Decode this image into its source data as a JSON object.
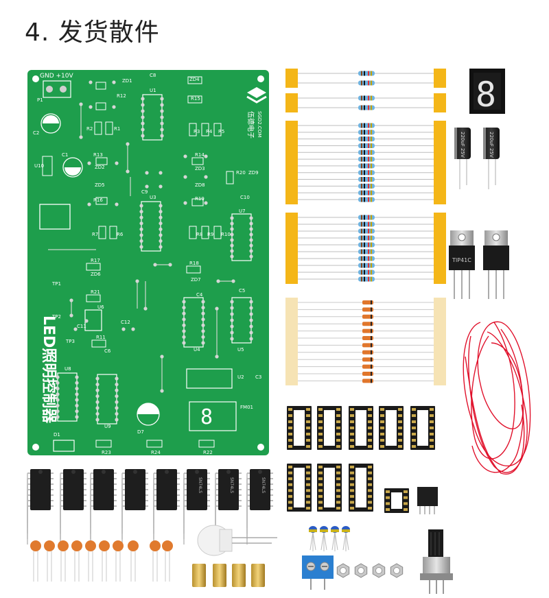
{
  "page": {
    "title": "4. 发货散件"
  },
  "pcb": {
    "header_label": "GND +10V",
    "brand_cn": "伍德电子",
    "brand_en": "SGD2.COM",
    "product_name": "LED照明控制器",
    "display_label": "FM01",
    "refs": [
      "P1",
      "C2",
      "U10",
      "C1",
      "U1",
      "C8",
      "ZD4",
      "R15",
      "R12",
      "ZD1",
      "R2",
      "R1",
      "R3",
      "R4",
      "R5",
      "R13",
      "ZD2",
      "ZD5",
      "R16",
      "R14",
      "ZD3",
      "ZD8",
      "R19",
      "R20",
      "ZD9",
      "C10",
      "C9",
      "U3",
      "R7",
      "R6",
      "R8",
      "R9",
      "R10",
      "U7",
      "R17",
      "ZD6",
      "R18",
      "ZD7",
      "R21",
      "U6",
      "C4",
      "C5",
      "TP1",
      "TP2",
      "TP3",
      "C11",
      "C12",
      "R11",
      "C6",
      "U8",
      "U9",
      "U4",
      "U5",
      "U2",
      "C3",
      "D1",
      "D7",
      "R23",
      "R24",
      "R22"
    ]
  },
  "components": {
    "display_digit": "8",
    "cap_label": "220uF 25V",
    "transistor_label": "TIP41C",
    "ic_label": "SN74LS"
  },
  "colors": {
    "pcb_green": "#1e9e4c",
    "silkscreen": "#ffffff",
    "tape_yellow": "#f4b618",
    "wire_red": "#e0102a",
    "ceramic_orange": "#e07a2e",
    "terminal_blue": "#2b7fd0"
  }
}
